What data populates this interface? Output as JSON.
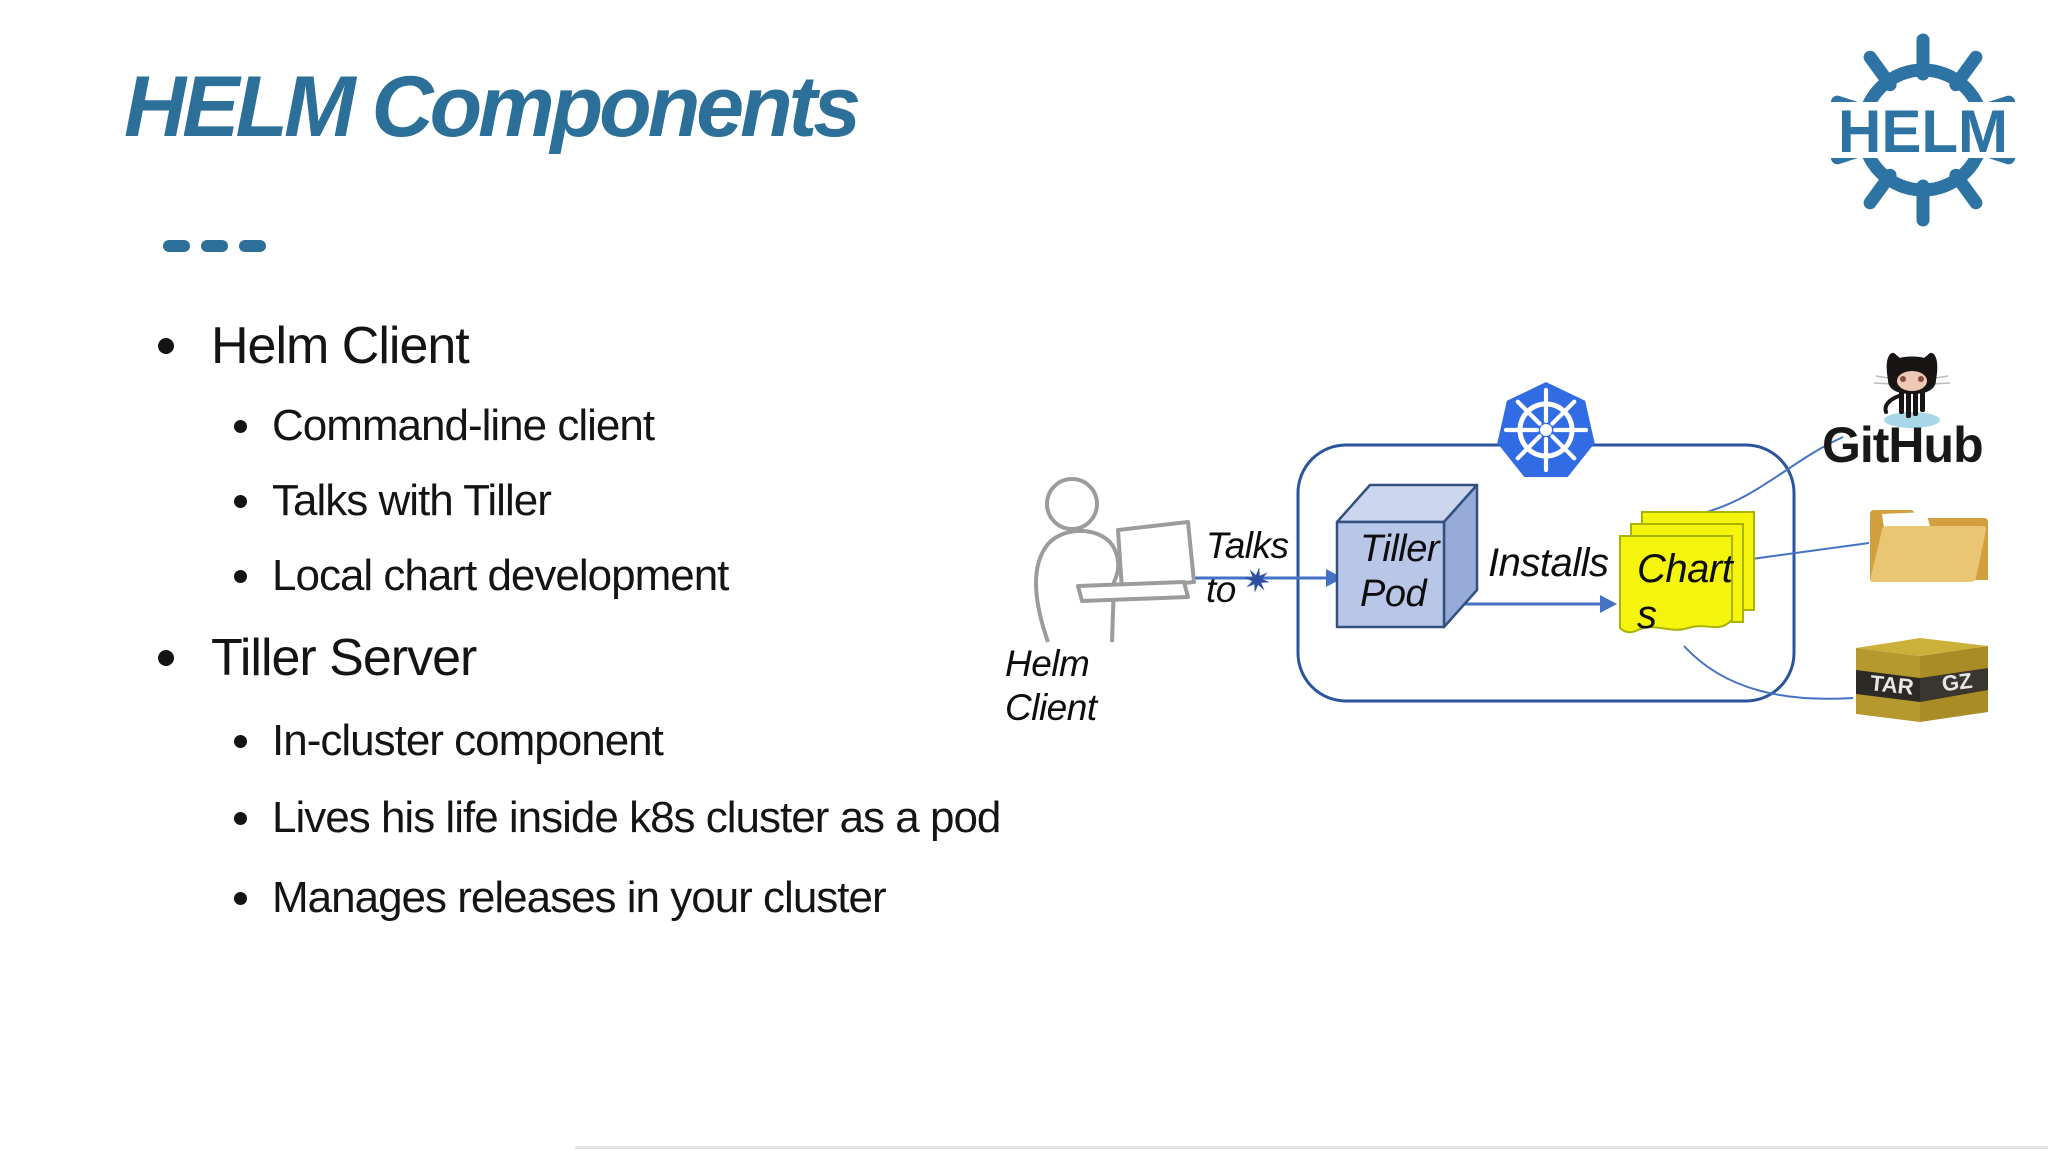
{
  "slide": {
    "title": "HELM Components",
    "bullets": [
      {
        "text": "Helm Client"
      },
      {
        "text": "Command-line client"
      },
      {
        "text": "Talks with Tiller"
      },
      {
        "text": "Local chart development"
      },
      {
        "text": "Tiller Server"
      },
      {
        "text": "In-cluster component"
      },
      {
        "text": "Lives his life inside k8s cluster as a pod"
      },
      {
        "text": "Manages releases in your cluster"
      }
    ]
  },
  "diagram": {
    "labels": {
      "helm_client": "Helm Client",
      "talks_to": "Talks to",
      "tiller_pod": "Tiller Pod",
      "installs": "Installs",
      "charts": "Charts"
    },
    "github_label": "GitHub",
    "tar_gz": {
      "tar": "TAR",
      "gz": "GZ"
    },
    "helm_logo_text": "HELM"
  },
  "colors": {
    "title_teal": "#2c7099",
    "helm_logo_blue": "#2d73a3",
    "kubernetes_blue": "#326ce5",
    "arrow_blue": "#4472c4",
    "cluster_border_blue": "#2b549c",
    "cube_front_blue": "#b8c6e8",
    "chart_yellow": "#f4f40c",
    "chart_border": "#a8b400"
  }
}
